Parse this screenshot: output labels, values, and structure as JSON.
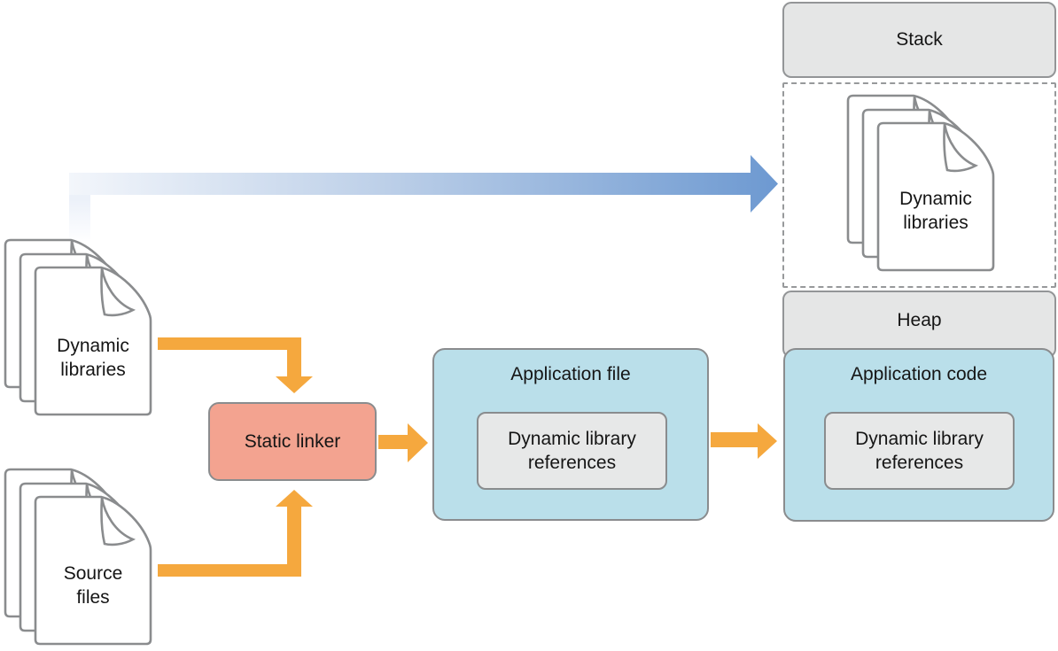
{
  "nodes": {
    "dynamic_libraries_files": {
      "label": "Dynamic libraries"
    },
    "source_files": {
      "label": "Source files"
    },
    "static_linker": {
      "label": "Static linker"
    },
    "application_file": {
      "title": "Application file",
      "reference": "Dynamic library references"
    },
    "stack": {
      "label": "Stack"
    },
    "memory_dynamic_libraries": {
      "label": "Dynamic libraries"
    },
    "heap": {
      "label": "Heap"
    },
    "application_code": {
      "title": "Application code",
      "reference": "Dynamic library references"
    }
  },
  "colors": {
    "orange_arrow": "#F5A83E",
    "blue_arrow_start": "#F3F6FB",
    "blue_arrow_end": "#6D99D1",
    "static_linker_fill": "#F3A390",
    "application_box_fill": "#BADFEA",
    "gray_box_fill": "#E5E6E6",
    "reference_box_fill": "#E7E8E8",
    "border_gray": "#8A8C8E",
    "dashed_border": "#97999B",
    "page_fill": "#FFFFFF"
  }
}
